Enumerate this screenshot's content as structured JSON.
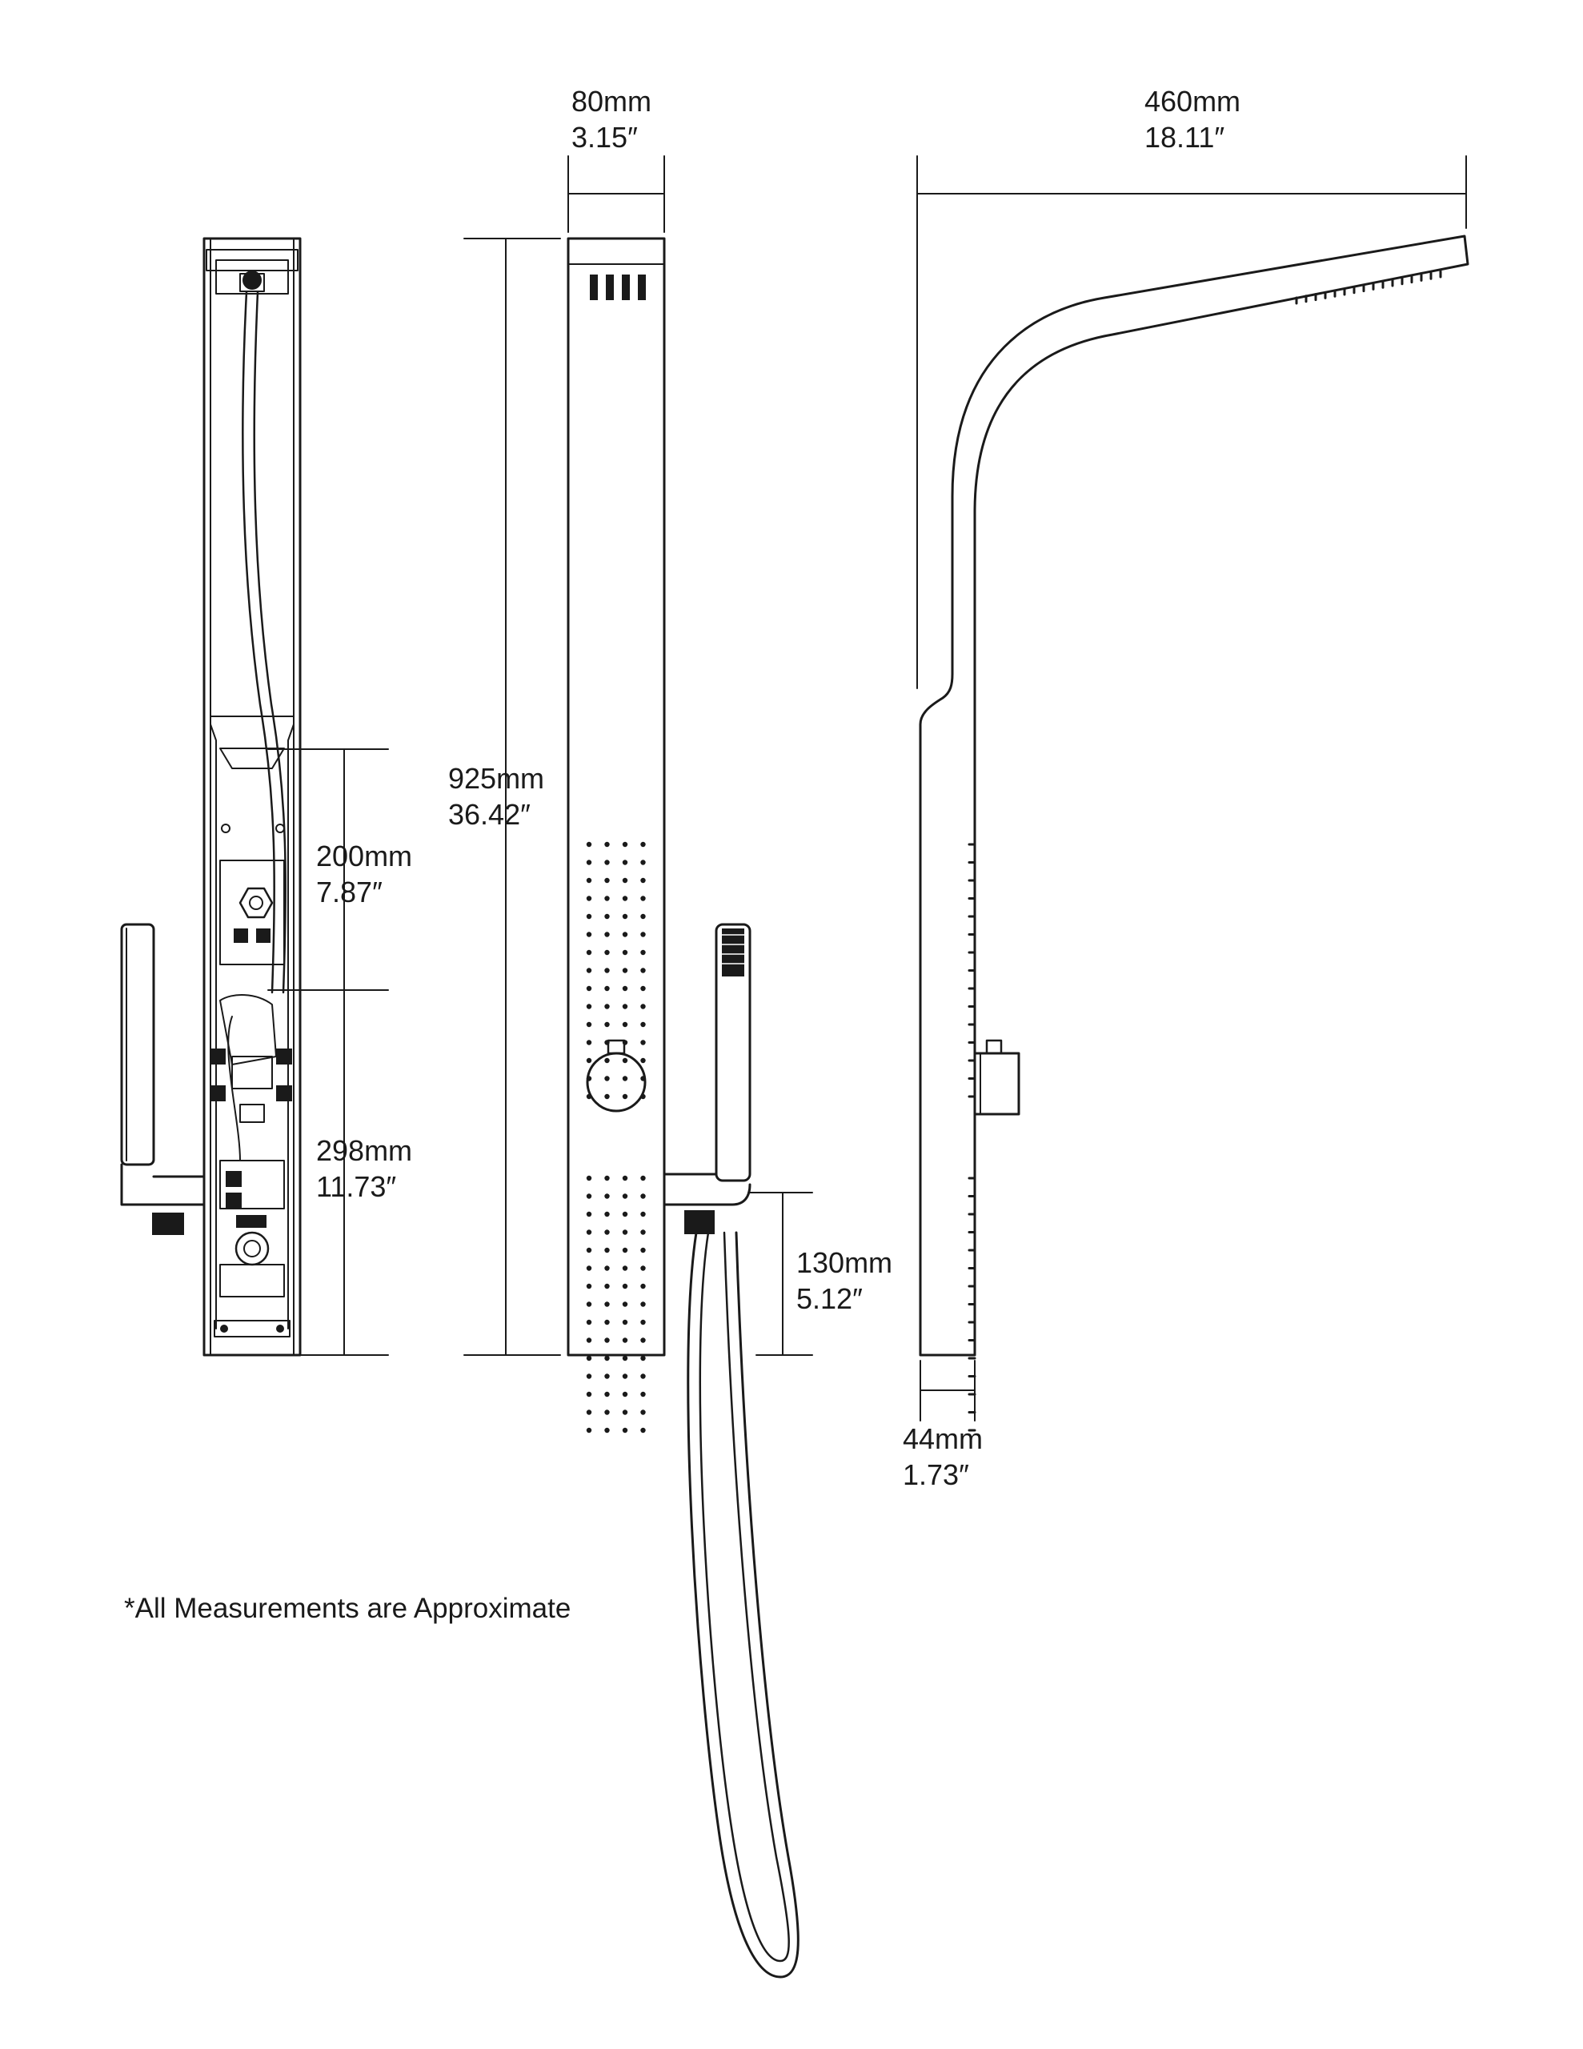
{
  "colors": {
    "line": "#1a1a1a",
    "background": "#ffffff"
  },
  "dimensions": {
    "width_top": {
      "mm": "80mm",
      "in": "3.15″"
    },
    "arm_length": {
      "mm": "460mm",
      "in": "18.11″"
    },
    "total_height": {
      "mm": "925mm",
      "in": "36.42″"
    },
    "valve_spacing_upper": {
      "mm": "200mm",
      "in": "7.87″"
    },
    "valve_spacing_lower": {
      "mm": "298mm",
      "in": "11.73″"
    },
    "handshower_height": {
      "mm": "130mm",
      "in": "5.12″"
    },
    "panel_depth": {
      "mm": "44mm",
      "in": "1.73″"
    }
  },
  "note": "*All Measurements are Approximate"
}
